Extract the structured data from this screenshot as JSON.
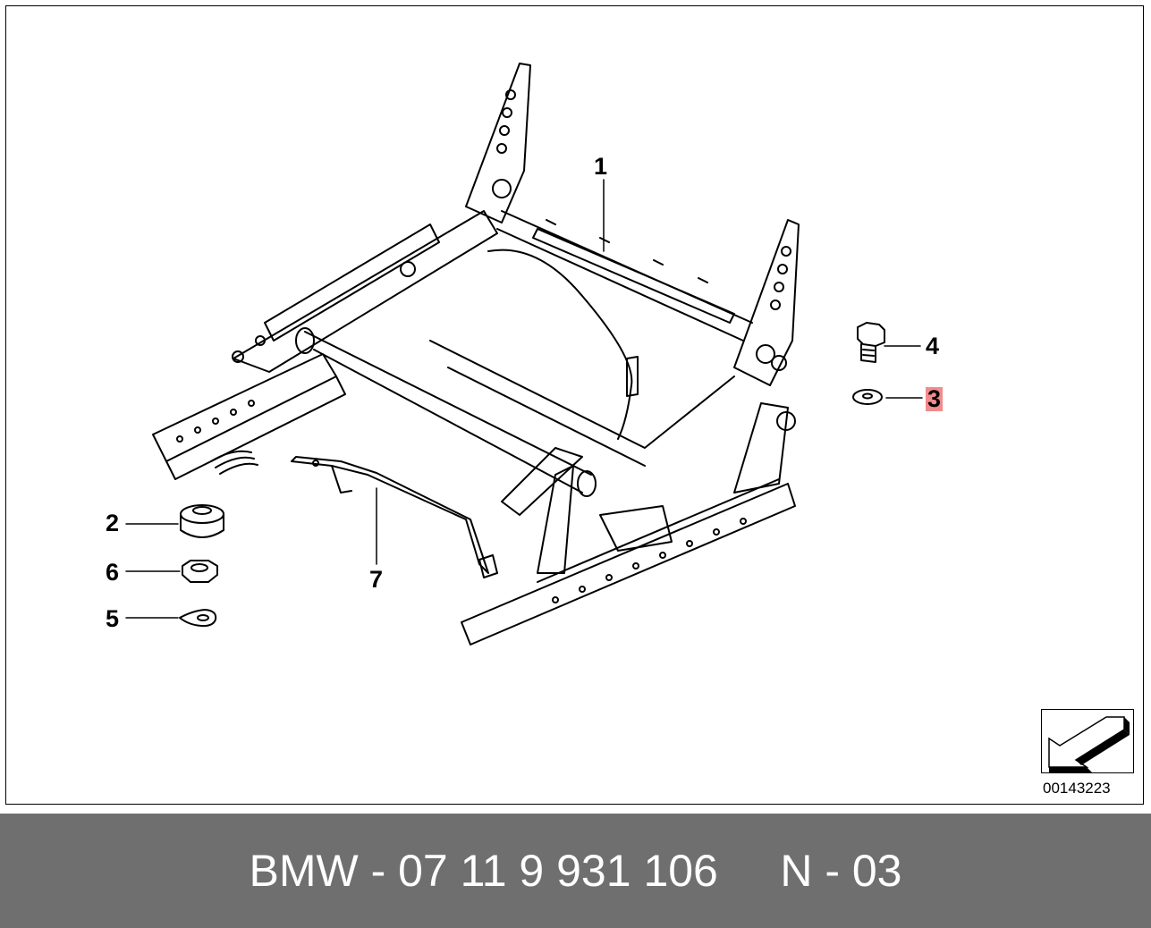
{
  "callouts": [
    {
      "id": "1",
      "label": "1"
    },
    {
      "id": "2",
      "label": "2"
    },
    {
      "id": "3",
      "label": "3"
    },
    {
      "id": "4",
      "label": "4"
    },
    {
      "id": "5",
      "label": "5"
    },
    {
      "id": "6",
      "label": "6"
    },
    {
      "id": "7",
      "label": "7"
    }
  ],
  "diagram_id": "00143223",
  "footer": {
    "text": "BMW - 07 11 9 931 106     N - 03"
  },
  "colors": {
    "footer_bg": "#6f6f6f",
    "highlight": "#f28b8b",
    "line": "#000000"
  },
  "icons": {
    "nav": "arrow-down-left-icon"
  }
}
